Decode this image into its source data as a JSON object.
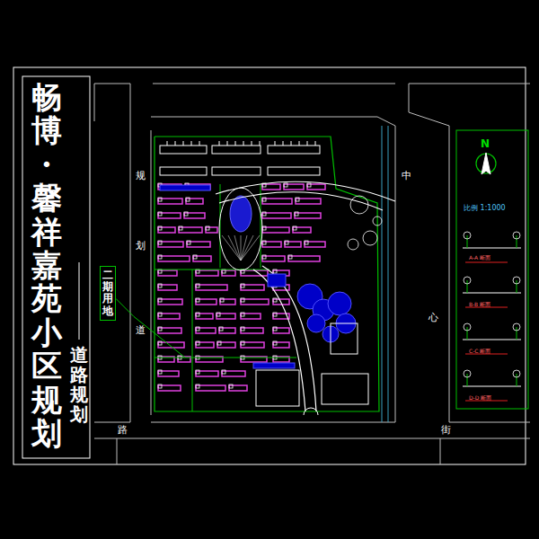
{
  "diagram": {
    "title": "畅博·馨祥嘉苑小区规划",
    "nodes": [
      {
        "text": [
          "二期用地"
        ]
      }
    ],
    "labels": [
      "道路规划",
      "规",
      "划",
      "道",
      "路",
      "中",
      "心",
      "街",
      "N",
      "比例 1:1000",
      "A-A 断面",
      "B-B 断面",
      "C-C 断面",
      "D-D 断面"
    ]
  }
}
